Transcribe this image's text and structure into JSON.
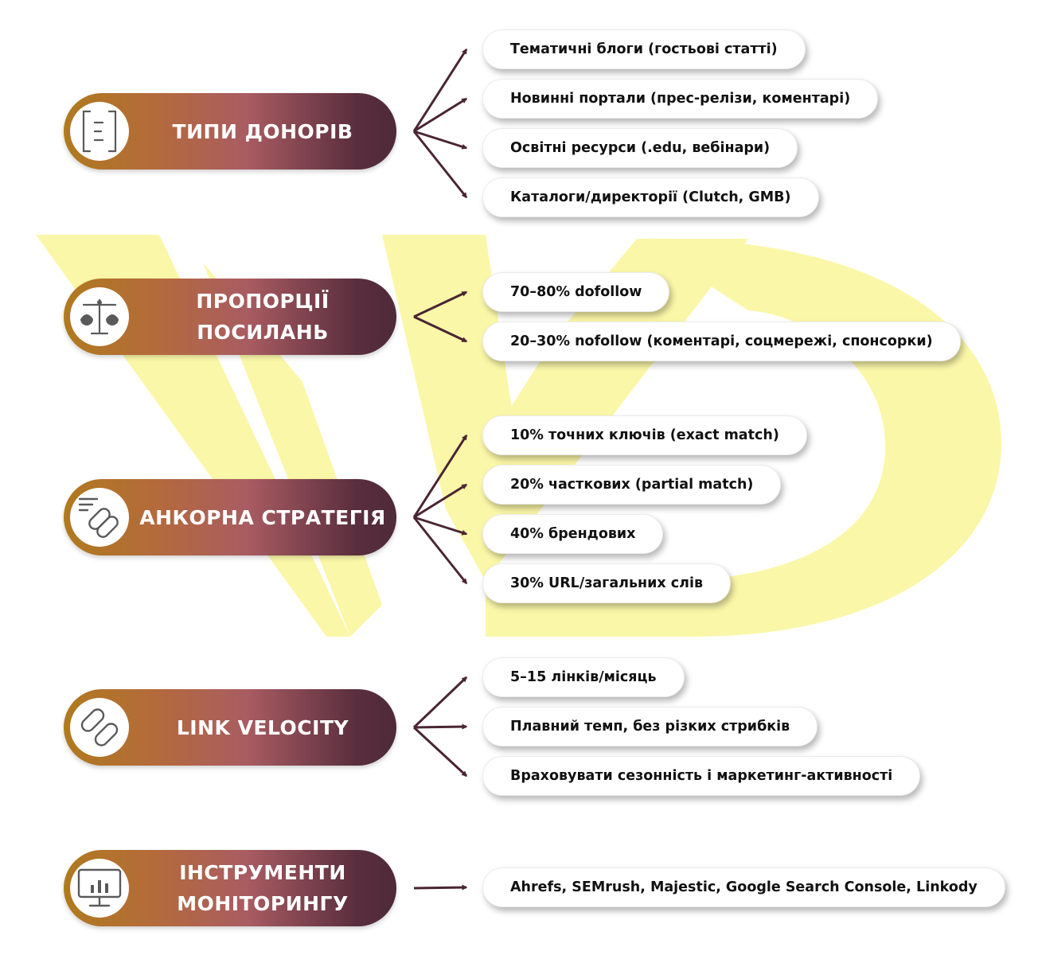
{
  "colors": {
    "node_gradient": [
      "#b07a1e",
      "#a95c62",
      "#4e2a38"
    ],
    "arrow": "#4a2533",
    "watermark": "#fbf7a8"
  },
  "sections": [
    {
      "title": "ТИПИ ДОНОРІВ",
      "icon": "document-list-icon",
      "items": [
        "Тематичні блоги (гостьові статті)",
        "Новинні портали (прес-релізи, коментарі)",
        "Освітні ресурси (.edu, вебінари)",
        "Каталоги/директорії (Clutch, GMB)"
      ]
    },
    {
      "title": "ПРОПОРЦІЇ ПОСИЛАНЬ",
      "icon": "balance-scale-icon",
      "items": [
        "70–80% dofollow",
        "20–30% nofollow (коментарі, соцмережі, спонсорки)"
      ]
    },
    {
      "title": "АНКОРНА СТРАТЕГІЯ",
      "icon": "anchor-link-icon",
      "items": [
        "10% точних ключів (exact match)",
        "20% часткових (partial match)",
        "40% брендових",
        "30% URL/загальних слів"
      ]
    },
    {
      "title": "LINK VELOCITY",
      "icon": "chain-link-icon",
      "items": [
        "5–15 лінків/місяць",
        "Плавний темп, без різких стрибків",
        "Враховувати сезонність і маркетинг-активності"
      ]
    },
    {
      "title": "ІНСТРУМЕНТИ МОНІТОРИНГУ",
      "icon": "monitor-chart-icon",
      "items": [
        "Ahrefs, SEMrush, Majestic, Google Search Console, Linkody"
      ]
    }
  ]
}
